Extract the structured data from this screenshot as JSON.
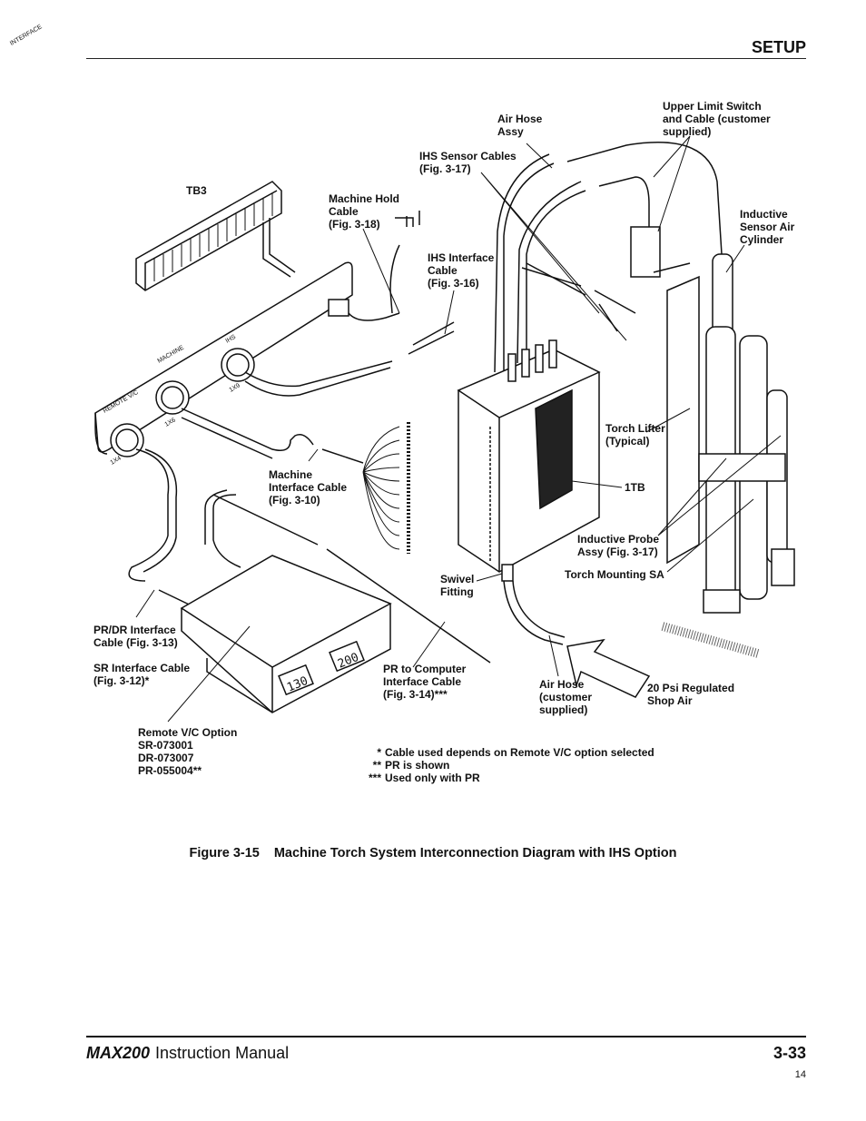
{
  "header": {
    "section_title": "SETUP"
  },
  "figure": {
    "number": "Figure 3-15",
    "title": "Machine Torch System Interconnection Diagram with IHS Option",
    "labels": {
      "air_hose_assy": "Air Hose\nAssy",
      "upper_limit_switch": "Upper Limit Switch\nand Cable (customer\nsupplied)",
      "ihs_sensor_cables": "IHS Sensor Cables\n(Fig. 3-17)",
      "tb3": "TB3",
      "machine_hold_cable": "Machine Hold\nCable\n(Fig. 3-18)",
      "inductive_sensor_air_cylinder": "Inductive\nSensor Air\nCylinder",
      "ihs_interface_cable": "IHS Interface\nCable\n(Fig. 3-16)",
      "torch_lifter": "Torch Lifter\n(Typical)",
      "one_tb": "1TB",
      "machine_interface_cable": "Machine\nInterface Cable\n(Fig. 3-10)",
      "inductive_probe_assy": "Inductive Probe\nAssy (Fig. 3-17)",
      "torch_mounting_sa": "Torch Mounting SA",
      "swivel_fitting": "Swivel\nFitting",
      "pr_dr_interface_cable": "PR/DR Interface\nCable (Fig. 3-13)",
      "sr_interface_cable": "SR Interface Cable\n(Fig. 3-12)*",
      "pr_to_computer_cable": "PR to Computer\nInterface Cable\n(Fig. 3-14)***",
      "air_hose_customer": "Air Hose\n(customer\nsupplied)",
      "shop_air": "20 Psi Regulated\nShop Air",
      "remote_vc_option": "Remote V/C Option\nSR-073001\nDR-073007\nPR-055004**"
    },
    "panel_text": {
      "interface": "INTERFACE",
      "remote_vc": "REMOTE V/C",
      "machine": "MACHINE",
      "ihs": "IHS",
      "port_1x4": "1X4",
      "port_1x6": "1X6",
      "port_1x9": "1X9"
    },
    "display_values": {
      "left": "130",
      "right": "200"
    },
    "notes": [
      {
        "mark": "*",
        "text": "Cable used depends on Remote V/C option selected"
      },
      {
        "mark": "**",
        "text": "PR is shown"
      },
      {
        "mark": "***",
        "text": "Used only with PR"
      }
    ]
  },
  "footer": {
    "product": "MAX200",
    "manual": "Instruction Manual",
    "page_ref": "3-33",
    "page_number": "14"
  }
}
